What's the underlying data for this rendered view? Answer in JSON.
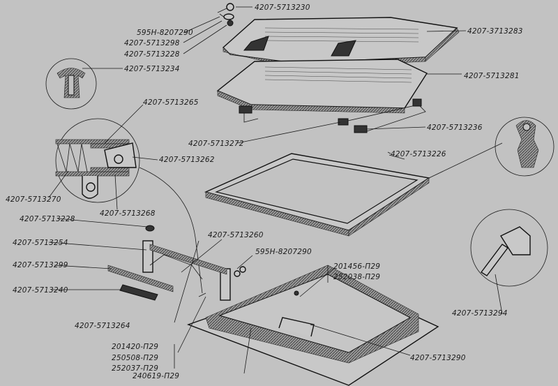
{
  "diagram": {
    "labels": {
      "l01": "4207-5713230",
      "l02": "595Н-8207290",
      "l03": "4207-5713298",
      "l04": "4207-5713228",
      "l05": "4207-3713283",
      "l06": "4207-5713234",
      "l07": "4207-5713281",
      "l08": "4207-5713265",
      "l09": "4207-5713272",
      "l10": "4207-5713236",
      "l11": "4207-5713262",
      "l12": "4207-5713226",
      "l13": "4207-5713270",
      "l14": "4207-5713268",
      "l15": "4207-5713228",
      "l16": "4207-5713260",
      "l17": "4207-5713254",
      "l18": "595Н-8207290",
      "l19": "4207-5713299",
      "l20": "201456-П29",
      "l21": "252038-П29",
      "l22": "4207-5713240",
      "l23": "4207-5713264",
      "l24": "4207-5713294",
      "l25": "201420-П29",
      "l26": "250508-П29",
      "l27": "252037-П29",
      "l28": "240619-П29",
      "l29": "4207-5713290"
    }
  }
}
